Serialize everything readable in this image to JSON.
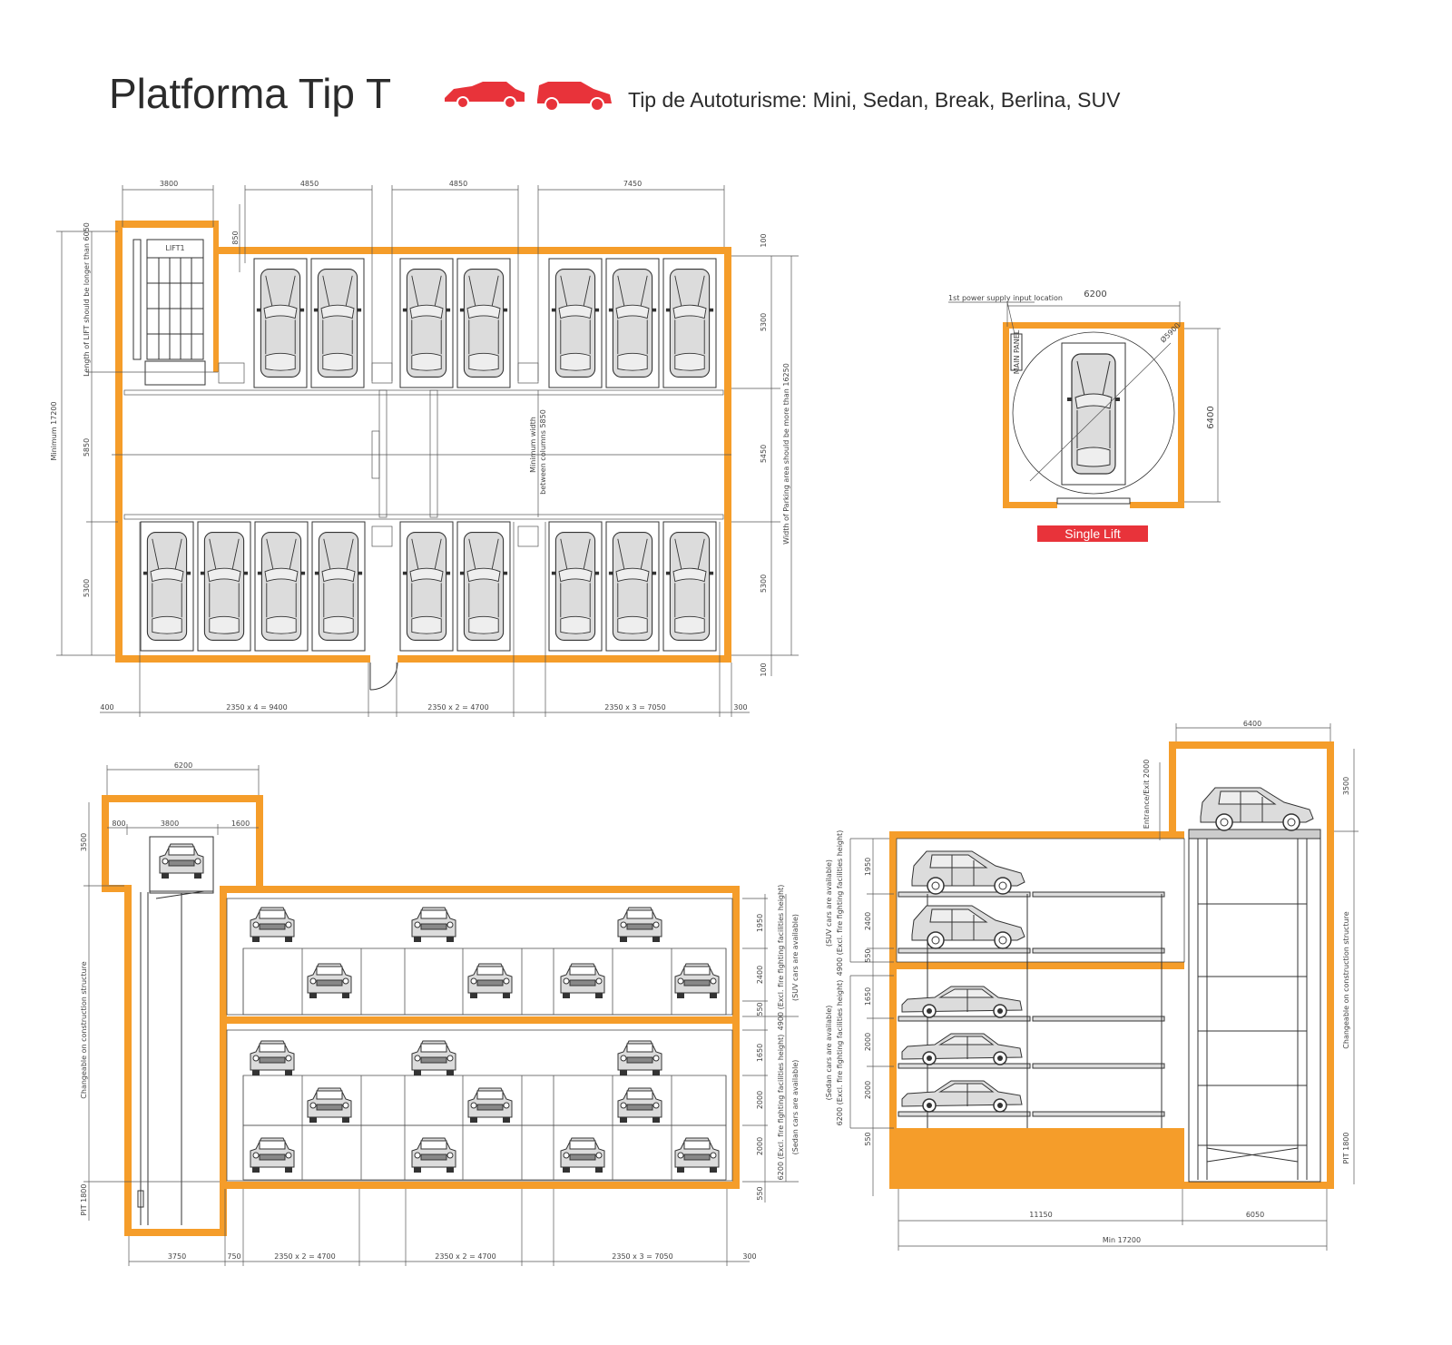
{
  "header": {
    "title": "Platforma Tip T",
    "subtitle": "Tip de Autoturisme: Mini, Sedan, Break, Berlina, SUV",
    "icons": [
      "sedan-car-icon",
      "suv-car-icon"
    ],
    "accent_color": "#e8333a"
  },
  "colors": {
    "wall": "#f59d2a",
    "accent": "#e8333a",
    "car_fill": "#dcdcdc"
  },
  "plan": {
    "top_dims": [
      "3800",
      "4850",
      "4850",
      "7450"
    ],
    "dim_850": "850",
    "lift_label": "LIFT1",
    "lift_length_note": "Length of LIFT should be longer than 6050",
    "min_total": "Minimum 17200",
    "left_5850": "5850",
    "left_5300": "5300",
    "right_dims": [
      "100",
      "5300",
      "5450",
      "5300",
      "100"
    ],
    "width_note": "Width of Parking area should be more than 16250",
    "min_width_line1": "Minimum width",
    "min_width_line2": "between columns 5850",
    "bottom_dims": [
      "400",
      "2350 x 4 = 9400",
      "2350 x 2 = 4700",
      "2350 x 3 = 7050",
      "300"
    ]
  },
  "single_lift": {
    "width": "6200",
    "height": "6400",
    "power_note": "1st power supply input location",
    "main_panel": "MAIN PANEL",
    "diameter": "Ø5900",
    "label": "Single Lift"
  },
  "section_left": {
    "top_width": "6200",
    "sub_dims": [
      "800",
      "3800",
      "1600"
    ],
    "shaft_height": "3500",
    "changeable": "Changeable on construction structure",
    "pit": "PIT 1800",
    "right_dims": [
      "1950",
      "2400",
      "550",
      "1650",
      "2000",
      "2000",
      "550"
    ],
    "suv_height": "4900 (Excl. fire fighting facilities height)",
    "suv_note": "(SUV cars are available)",
    "sedan_height": "6200 (Excl. fire fighting facilities height)",
    "sedan_note": "(Sedan cars are available)",
    "bottom_dims": [
      "3750",
      "750",
      "2350 x 2 = 4700",
      "2350 x 2 = 4700",
      "2350 x 3 = 7050",
      "300"
    ]
  },
  "section_right": {
    "top_width": "6400",
    "entrance": "Entrance/Exit 2000",
    "shaft_height": "3500",
    "changeable": "Changeable on construction structure",
    "pit": "PIT 1800",
    "left_dims": [
      "1950",
      "2400",
      "550",
      "1650",
      "2000",
      "2000",
      "550"
    ],
    "suv_height": "4900 (Excl. fire fighting facilities height)",
    "suv_note": "(SUV cars are available)",
    "sedan_height": "6200 (Excl. fire fighting facilities height)",
    "sedan_note": "(Sedan cars are available)",
    "bottom_dims": [
      "11150",
      "6050"
    ],
    "min_total": "Min 17200"
  }
}
